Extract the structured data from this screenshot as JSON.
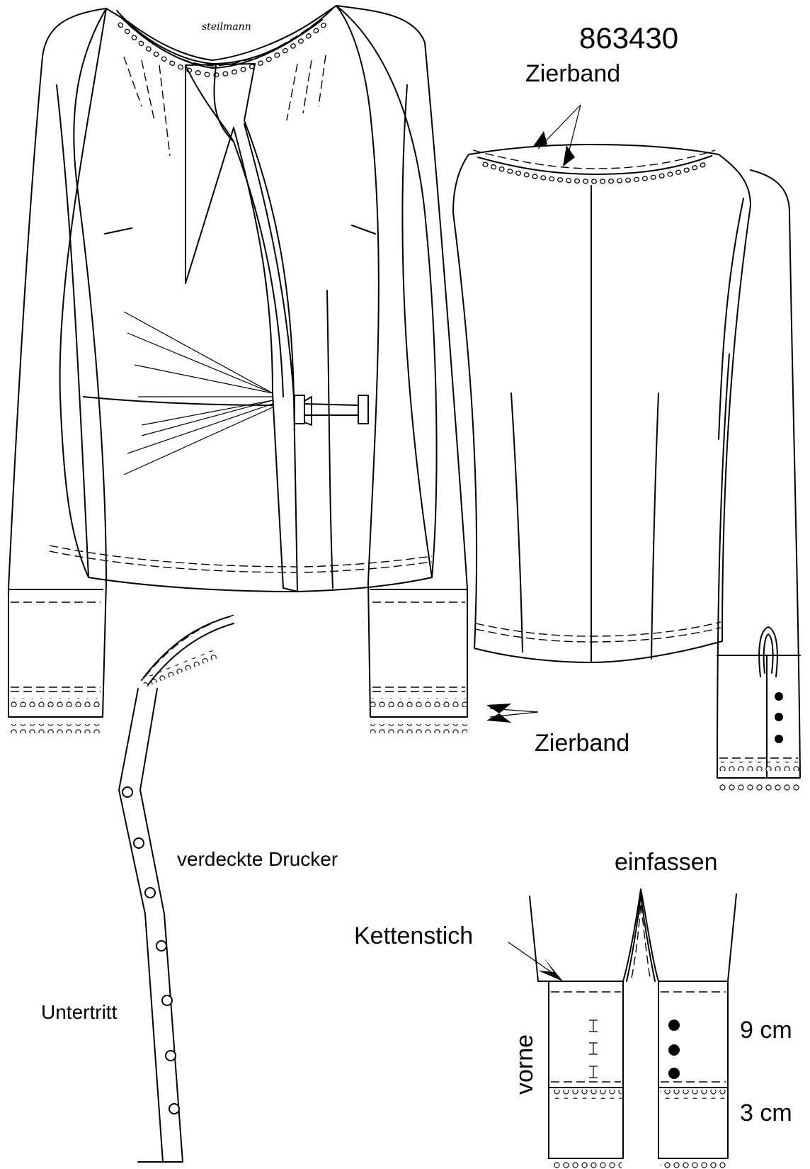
{
  "model_number": "863430",
  "brand_label": "steilmann",
  "labels": {
    "zierband_top": "Zierband",
    "zierband_side": "Zierband",
    "verdeckte_drucker": "verdeckte Drucker",
    "untertritt": "Untertritt",
    "einfassen": "einfassen",
    "kettenstich": "Kettenstich",
    "vorne": "vorne",
    "cuff_height": "9 cm",
    "trim_height": "3 cm"
  }
}
